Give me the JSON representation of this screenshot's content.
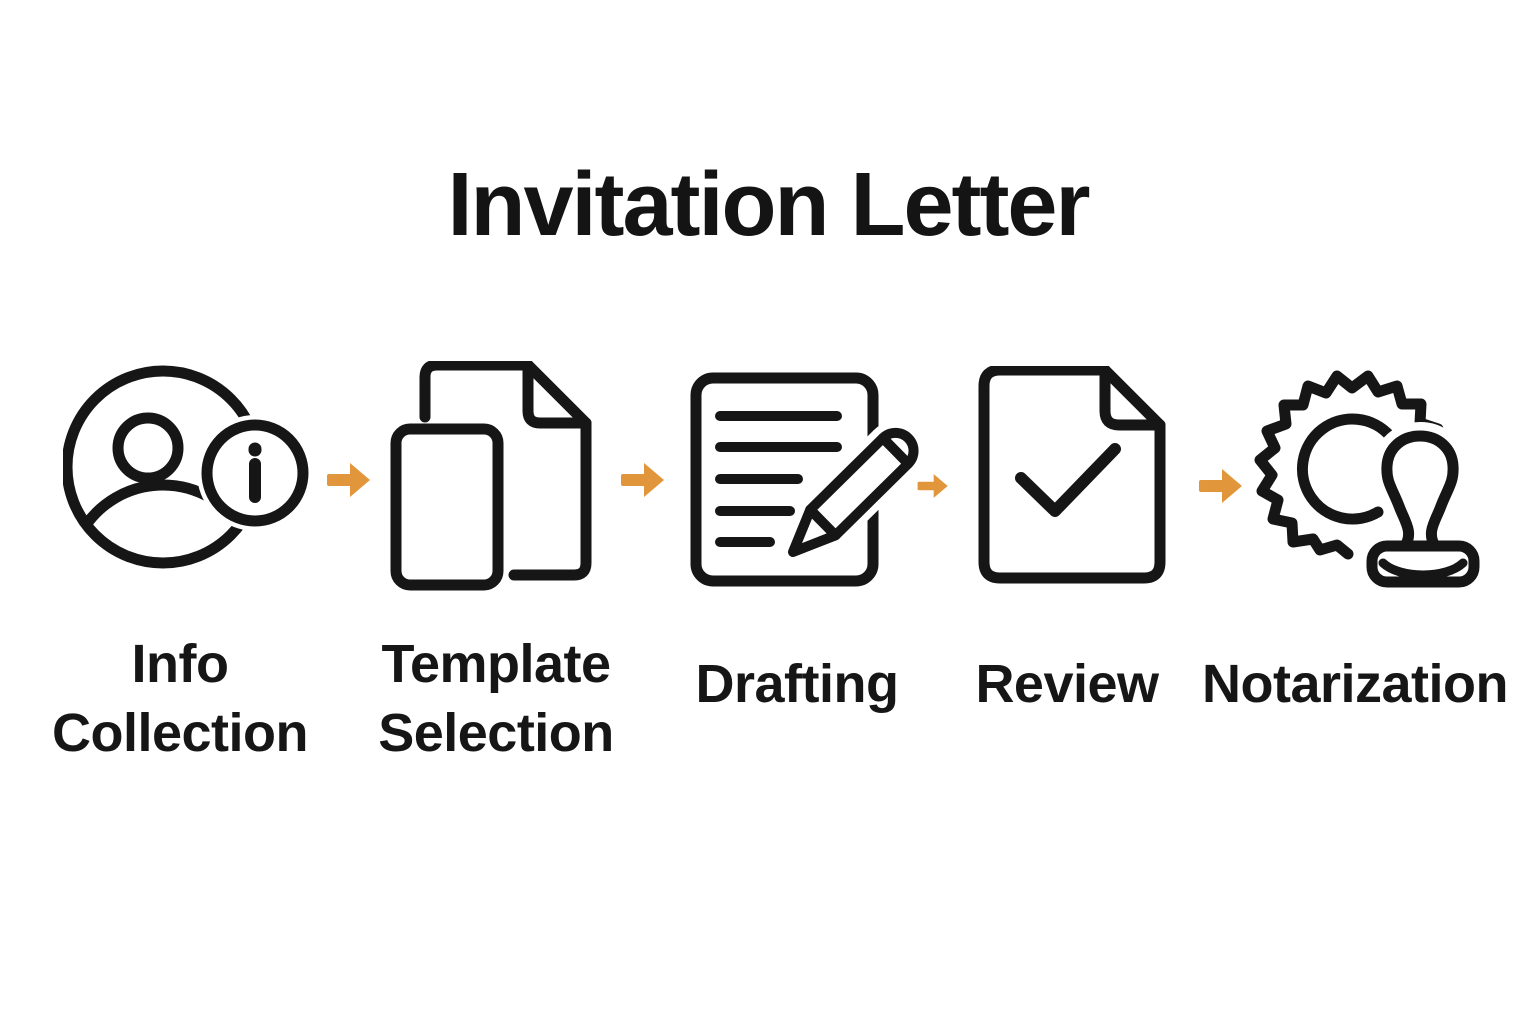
{
  "title": "Invitation Letter",
  "flow_direction": "left-to-right",
  "arrow_count": 4,
  "colors": {
    "background": "#FFFFFF",
    "ink": "#161616",
    "accent_arrow": "#E2963B"
  },
  "steps": [
    {
      "label": "Info Collection",
      "icon": "person-info-icon"
    },
    {
      "label": "Template Selection",
      "icon": "documents-icon"
    },
    {
      "label": "Drafting",
      "icon": "document-pen-icon"
    },
    {
      "label": "Review",
      "icon": "document-check-icon"
    },
    {
      "label": "Notarization",
      "icon": "seal-stamp-icon"
    }
  ]
}
